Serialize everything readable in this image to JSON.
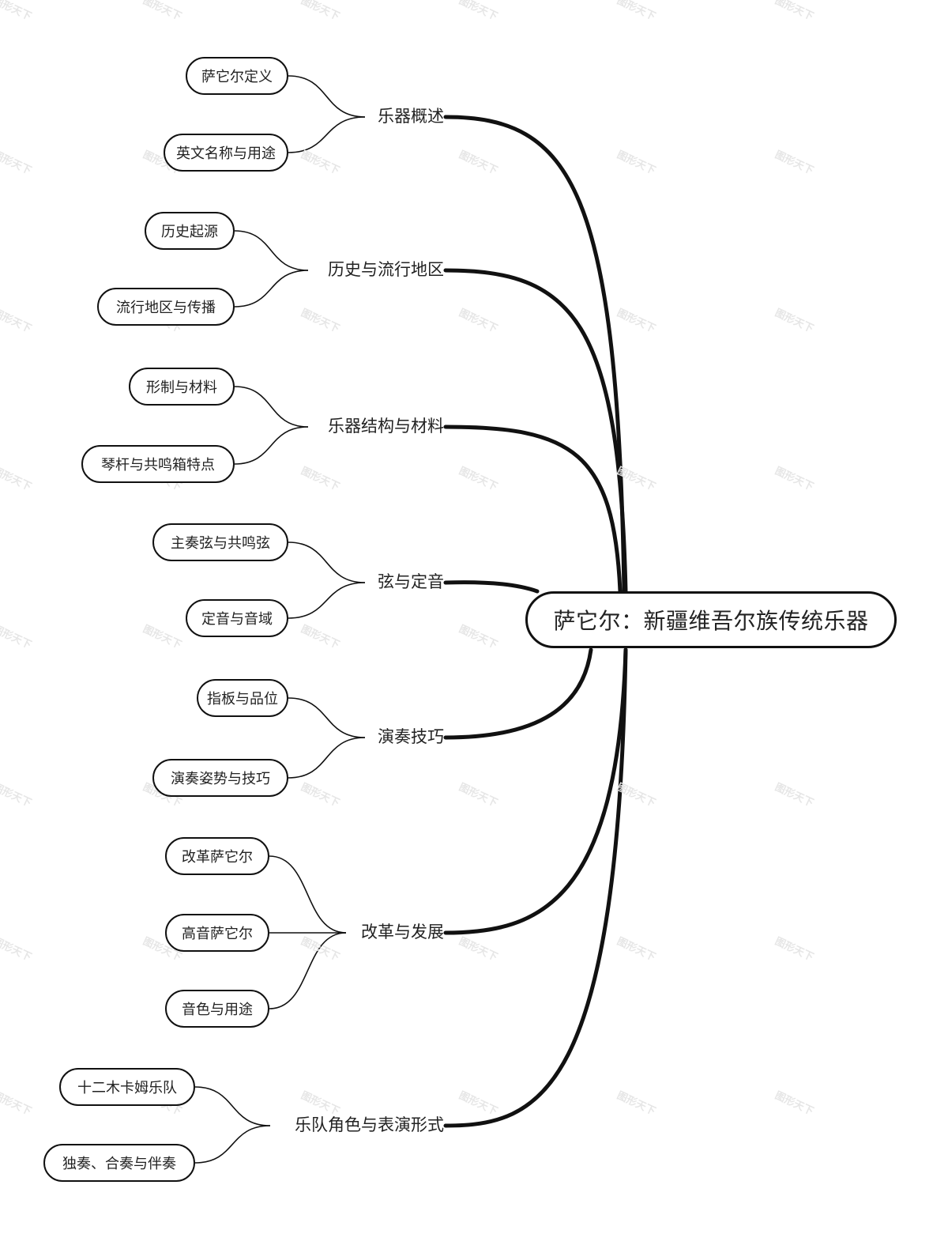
{
  "root": {
    "label": "萨它尔：新疆维吾尔族传统乐器"
  },
  "branches": [
    {
      "label": "乐器概述",
      "children": [
        "萨它尔定义",
        "英文名称与用途"
      ]
    },
    {
      "label": "历史与流行地区",
      "children": [
        "历史起源",
        "流行地区与传播"
      ]
    },
    {
      "label": "乐器结构与材料",
      "children": [
        "形制与材料",
        "琴杆与共鸣箱特点"
      ]
    },
    {
      "label": "弦与定音",
      "children": [
        "主奏弦与共鸣弦",
        "定音与音域"
      ]
    },
    {
      "label": "演奏技巧",
      "children": [
        "指板与品位",
        "演奏姿势与技巧"
      ]
    },
    {
      "label": "改革与发展",
      "children": [
        "改革萨它尔",
        "高音萨它尔",
        "音色与用途"
      ]
    },
    {
      "label": "乐队角色与表演形式",
      "children": [
        "十二木卡姆乐队",
        "独奏、合奏与伴奏"
      ]
    }
  ],
  "watermark": {
    "text": "图形天下"
  },
  "colors": {
    "line": "#111111",
    "text": "#222222",
    "watermark": "#e6e6e6"
  }
}
